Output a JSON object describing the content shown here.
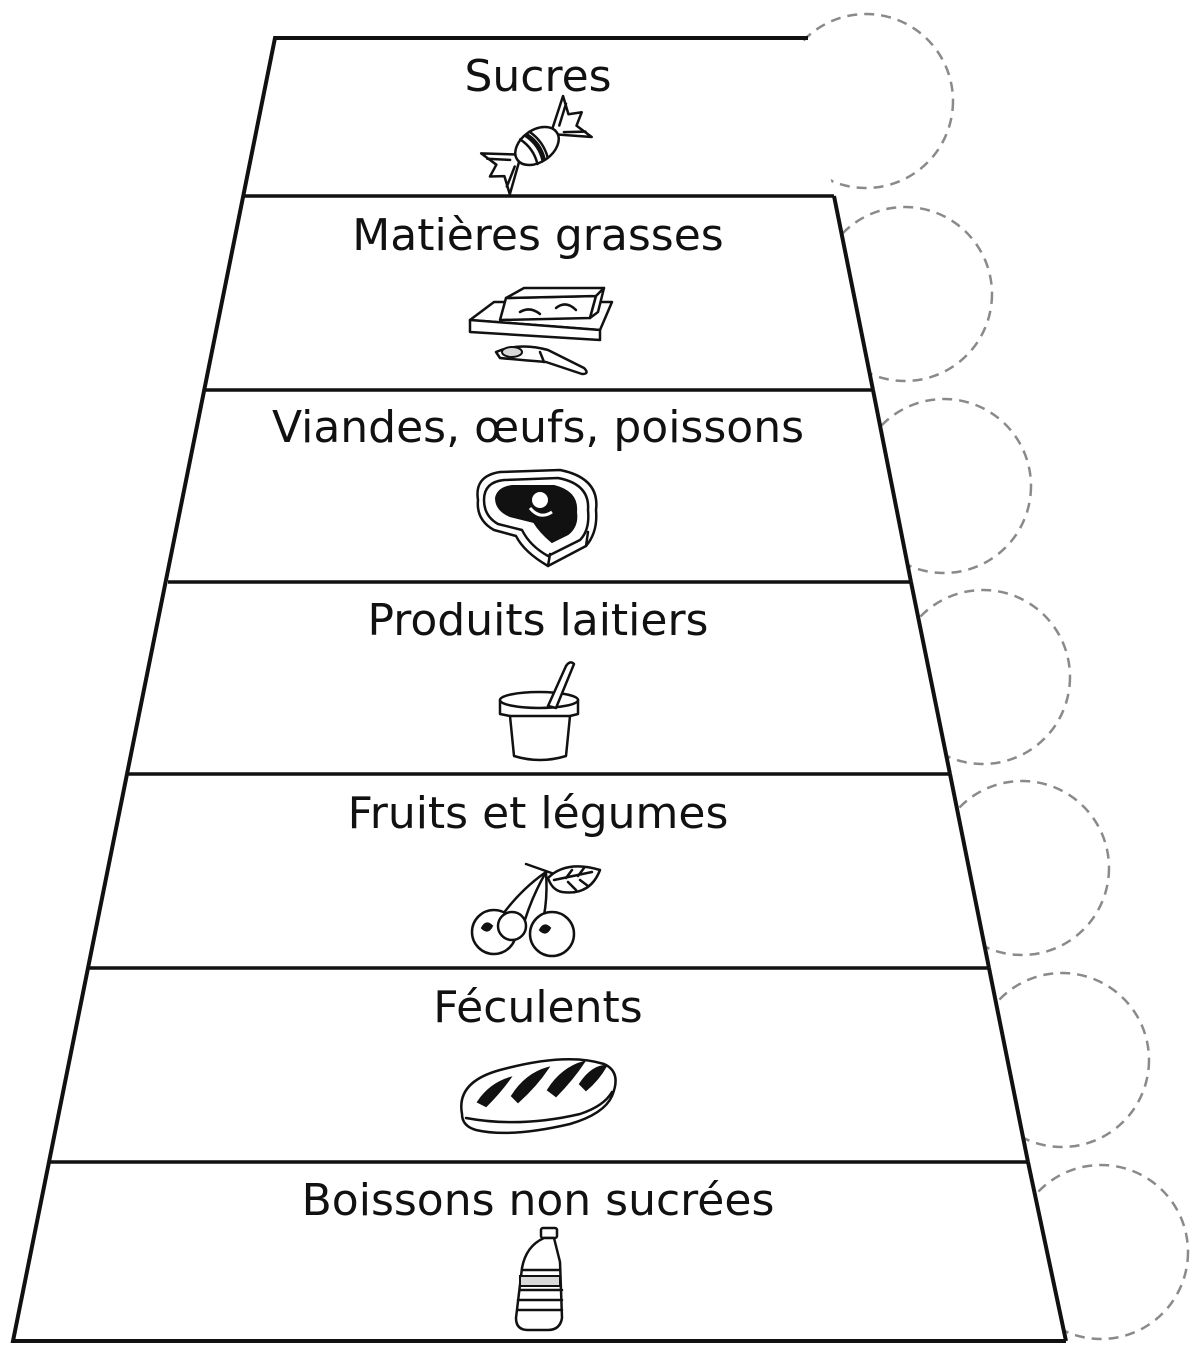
{
  "pyramid": {
    "tiers": [
      {
        "label": "Sucres",
        "icon": "candy-icon"
      },
      {
        "label": "Matières grasses",
        "icon": "butter-icon"
      },
      {
        "label": "Viandes, œufs, poissons",
        "icon": "steak-icon"
      },
      {
        "label": "Produits laitiers",
        "icon": "yogurt-icon"
      },
      {
        "label": "Fruits et légumes",
        "icon": "cherries-icon"
      },
      {
        "label": "Féculents",
        "icon": "bread-icon"
      },
      {
        "label": "Boissons non sucrées",
        "icon": "water-bottle-icon"
      }
    ]
  },
  "colors": {
    "ink": "#111111",
    "circle_dash": "#8a8a8a",
    "background": "#ffffff"
  }
}
